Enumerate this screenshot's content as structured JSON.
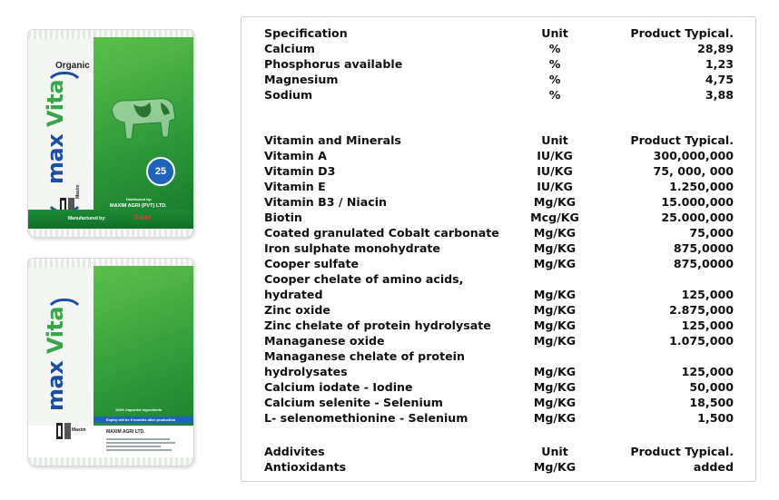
{
  "product_images": {
    "bag_top": {
      "label": "Organic",
      "brand": "maxVita",
      "brand_prefix": "max",
      "brand_suffix": "Vita",
      "badge": "25",
      "distributor": "MAXIM AGRI (PVT) LTD.",
      "distributed_by": "Distributed by:",
      "manufactured_by": "Manufactured by:",
      "maker": "Sano",
      "logo": "Maxim"
    },
    "bag_bottom": {
      "brand_prefix": "max",
      "brand_suffix": "Vita",
      "logo": "Maxim",
      "ingredients_note": "100% Imported Ingredients",
      "expiry_note": "Expiry will be 9 months after production",
      "company": "MAXIM AGRI LTD."
    }
  },
  "spec_table": {
    "sections": [
      {
        "header": {
          "spec": "Specification",
          "unit": "Unit",
          "value": "Product Typical."
        },
        "rows": [
          {
            "spec": "Calcium",
            "unit": "%",
            "value": "28,89"
          },
          {
            "spec": "Phosphorus available",
            "unit": "%",
            "value": "1,23"
          },
          {
            "spec": "Magnesium",
            "unit": "%",
            "value": "4,75"
          },
          {
            "spec": "Sodium",
            "unit": "%",
            "value": "3,88"
          }
        ]
      },
      {
        "header": {
          "spec": "Vitamin and Minerals",
          "unit": "Unit",
          "value": "Product Typical."
        },
        "rows": [
          {
            "spec": "Vitamin A",
            "unit": "IU/KG",
            "value": "300,000,000"
          },
          {
            "spec": "Vitamin D3",
            "unit": "IU/KG",
            "value": "75, 000, 000"
          },
          {
            "spec": "Vitamin E",
            "unit": "IU/KG",
            "value": "1.250,000"
          },
          {
            "spec": "Vitamin B3 / Niacin",
            "unit": "Mg/KG",
            "value": "15.000,000"
          },
          {
            "spec": "Biotin",
            "unit": "Mcg/KG",
            "value": "25.000,000"
          },
          {
            "spec": "Coated granulated Cobalt carbonate",
            "unit": "Mg/KG",
            "value": "75,000"
          },
          {
            "spec": "Iron sulphate monohydrate",
            "unit": "Mg/KG",
            "value": "875,0000"
          },
          {
            "spec": "Cooper sulfate",
            "unit": "Mg/KG",
            "value": "875,0000"
          },
          {
            "spec": "Cooper chelate of amino acids,",
            "unit": "",
            "value": ""
          },
          {
            "spec": "hydrated",
            "unit": "Mg/KG",
            "value": "125,000"
          },
          {
            "spec": "Zinc oxide",
            "unit": "Mg/KG",
            "value": "2.875,000"
          },
          {
            "spec": "Zinc chelate of protein hydrolysate",
            "unit": "Mg/KG",
            "value": "125,000"
          },
          {
            "spec": "Managanese oxide",
            "unit": "Mg/KG",
            "value": "1.075,000"
          },
          {
            "spec": "Managanese chelate of protein",
            "unit": "",
            "value": ""
          },
          {
            "spec": "hydrolysates",
            "unit": "Mg/KG",
            "value": "125,000"
          },
          {
            "spec": "Calcium iodate - Iodine",
            "unit": "Mg/KG",
            "value": "50,000"
          },
          {
            "spec": "Calcium selenite - Selenium",
            "unit": "Mg/KG",
            "value": "18,500"
          },
          {
            "spec": "L- selenomethionine - Selenium",
            "unit": "Mg/KG",
            "value": "1,500"
          }
        ]
      },
      {
        "header": {
          "spec": "Addivites",
          "unit": "Unit",
          "value": "Product Typical."
        },
        "rows": [
          {
            "spec": "Antioxidants",
            "unit": "Mg/KG",
            "value": "added"
          }
        ]
      }
    ]
  }
}
